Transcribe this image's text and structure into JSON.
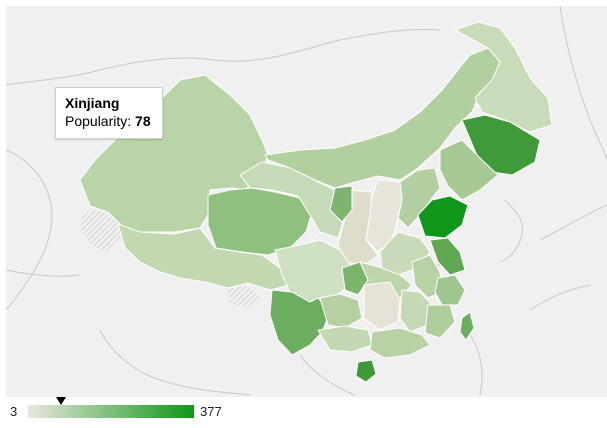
{
  "map": {
    "regions_shown": "China provinces",
    "colors": {
      "water": "#f0f0f0",
      "land_outside": "#f0f0f0",
      "scale_min_color": "#e9e6dc",
      "scale_max_color": "#109618"
    }
  },
  "tooltip": {
    "region": "Xinjiang",
    "label": "Popularity:",
    "value": "78"
  },
  "legend": {
    "min": "3",
    "max": "377",
    "marker_value": 78
  }
}
